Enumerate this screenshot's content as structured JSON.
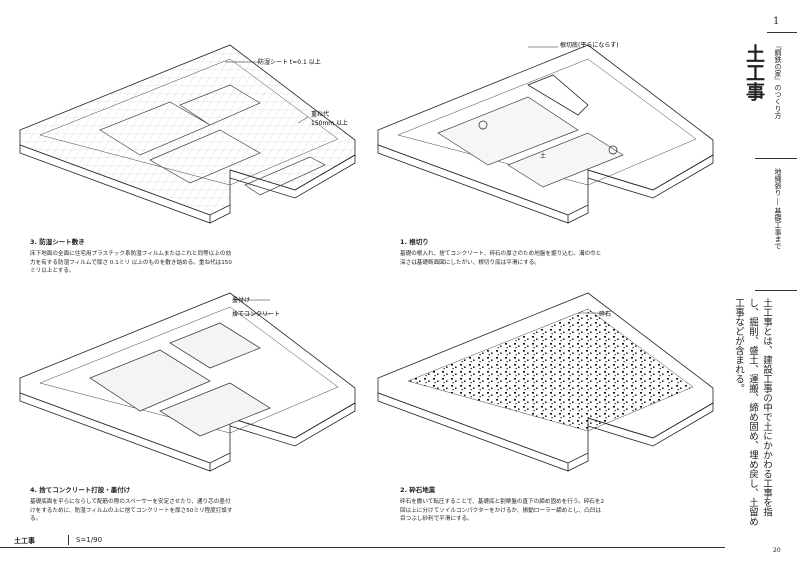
{
  "page": {
    "number": "1",
    "series": "『鋼鉄の家』のつくり方",
    "chapter": "土工事",
    "range": "地縄張り ― 基礎工事まで",
    "intro": "土工事とは、建設工事の中で土にかかわる工事を指し、掘削、盛土、運搬、締め固め、埋め戻し、土留め工事などが含まれる。",
    "footer_label": "土工事",
    "scale": "S=1/90",
    "folio": "20"
  },
  "panels": [
    {
      "id": "3",
      "title": "3. 防湿シート敷き",
      "body": "床下地面の全面に住宅用プラスチック系防湿フィルムまたはこれと同等以上の効力を有する防湿フィルムで厚さ 0.1ミリ 以上のものを敷き詰める。重ね代は150ミリ以上とする。",
      "labels": [
        "防湿シート t=0.1 以上",
        "重ね代",
        "150mm 以上"
      ]
    },
    {
      "id": "1",
      "title": "1. 根切り",
      "body": "基礎の根入れ、捨てコンクリート、砕石の厚さのため地盤を掘り込む。溝の巾と深さは基礎断面図にしたがい、根切り底は平滑にする。",
      "labels": [
        "根切底(平らにならす)",
        "土"
      ]
    },
    {
      "id": "4",
      "title": "4. 捨てコンクリート打設・墨付け",
      "body": "基礎底面を平らにならして配筋の際のスペーサーを安定させたり、通り芯の墨付けをするために、防湿フィルムの上に捨てコンクリートを厚さ50ミリ程度打設する。",
      "labels": [
        "墨付け",
        "捨てコンクリート"
      ]
    },
    {
      "id": "2",
      "title": "2. 砕石地業",
      "body": "砕石を撒いて転圧することで、基礎底と割栗盤の直下の締め固めを行う。砕石を2回以上に分けてソイルコンパクターをかけるか、振動ローラー締めとし、凸凹は目つぶし砂利で平滑にする。",
      "labels": [
        "砕石"
      ]
    }
  ]
}
